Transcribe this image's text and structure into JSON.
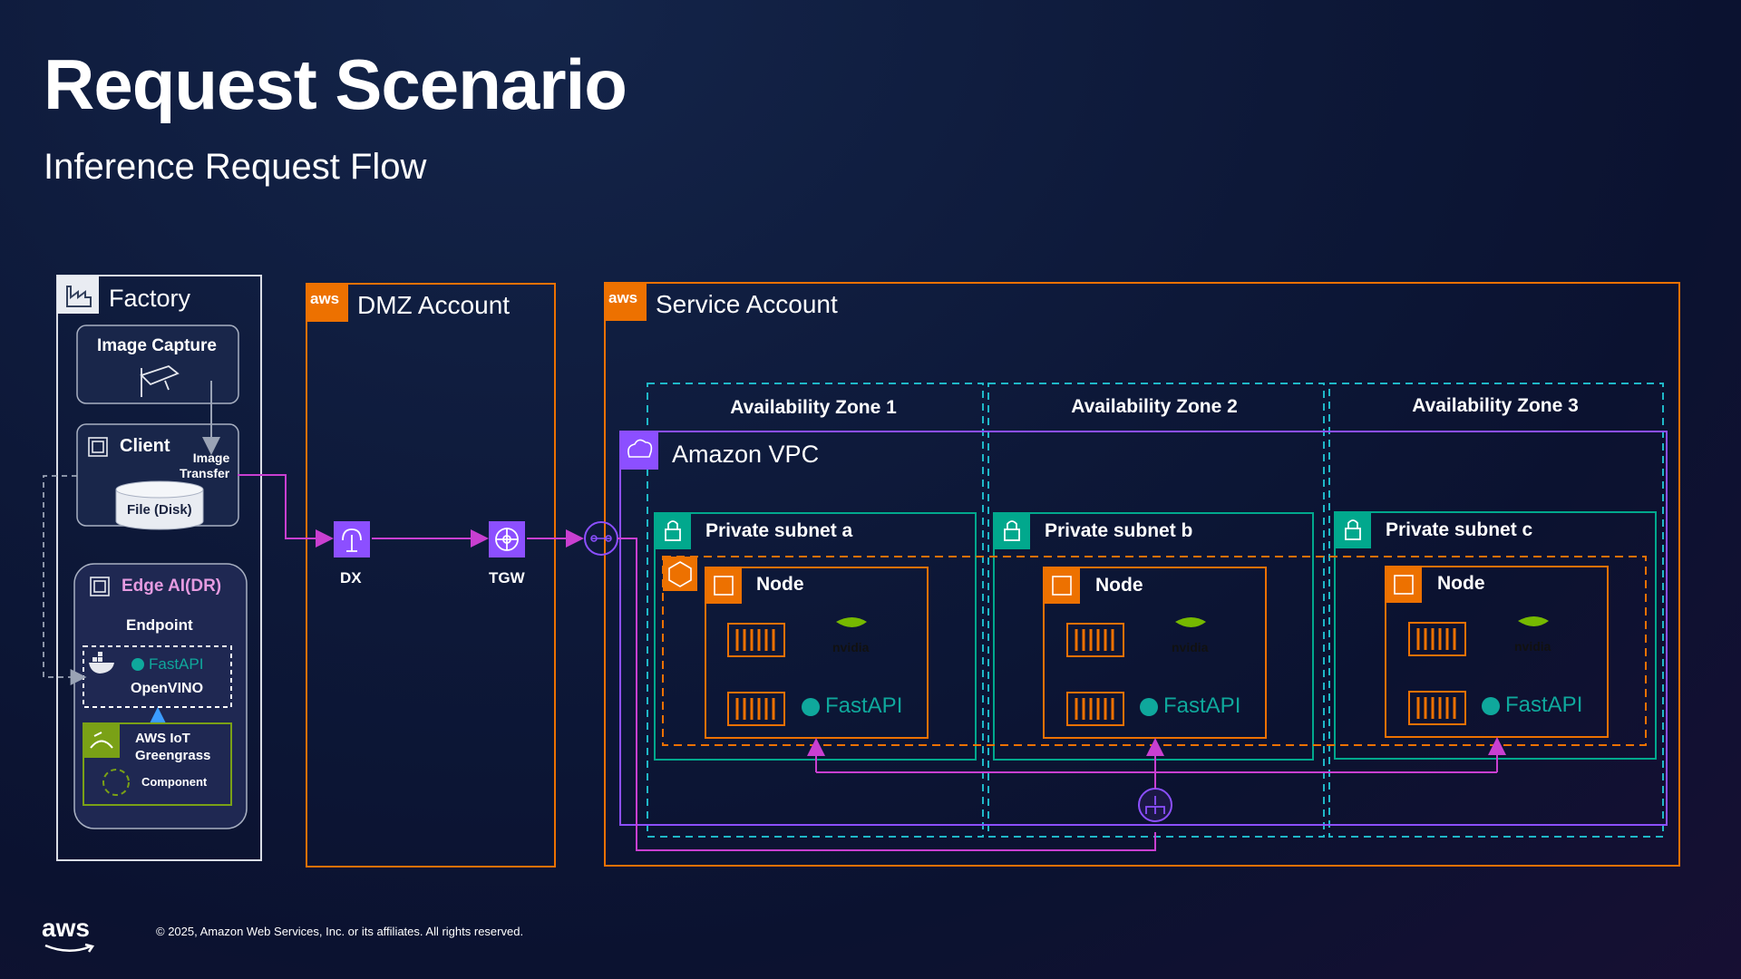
{
  "title": "Request Scenario",
  "subtitle": "Inference Request Flow",
  "factory": {
    "label": "Factory",
    "image_capture": "Image Capture",
    "client": "Client",
    "image_transfer": "Image\nTransfer",
    "file_disk": "File (Disk)",
    "edge_ai": "Edge AI(DR)",
    "endpoint": "Endpoint",
    "fastapi": "FastAPI",
    "openvino": "OpenVINO",
    "greengrass": "AWS IoT\nGreengrass",
    "component": "Component"
  },
  "dmz": {
    "label": "DMZ Account",
    "aws_badge": "aws",
    "dx": "DX",
    "tgw": "TGW"
  },
  "service": {
    "label": "Service Account",
    "aws_badge": "aws",
    "vpc": "Amazon VPC",
    "zones": [
      "Availability Zone 1",
      "Availability Zone 2",
      "Availability Zone 3"
    ],
    "subnets": [
      "Private subnet a",
      "Private subnet b",
      "Private subnet c"
    ],
    "node": "Node",
    "nvidia": "nvidia",
    "fastapi": "FastAPI"
  },
  "footer": {
    "copyright": "© 2025, Amazon Web Services, Inc. or its affiliates. All rights reserved.",
    "logo": "aws"
  },
  "colors": {
    "orange": "#ed7100",
    "teal": "#01a88d",
    "purple": "#8c4fff",
    "magenta": "#e7157b",
    "green": "#7aa116",
    "az_dash": "#1fb8c8"
  }
}
